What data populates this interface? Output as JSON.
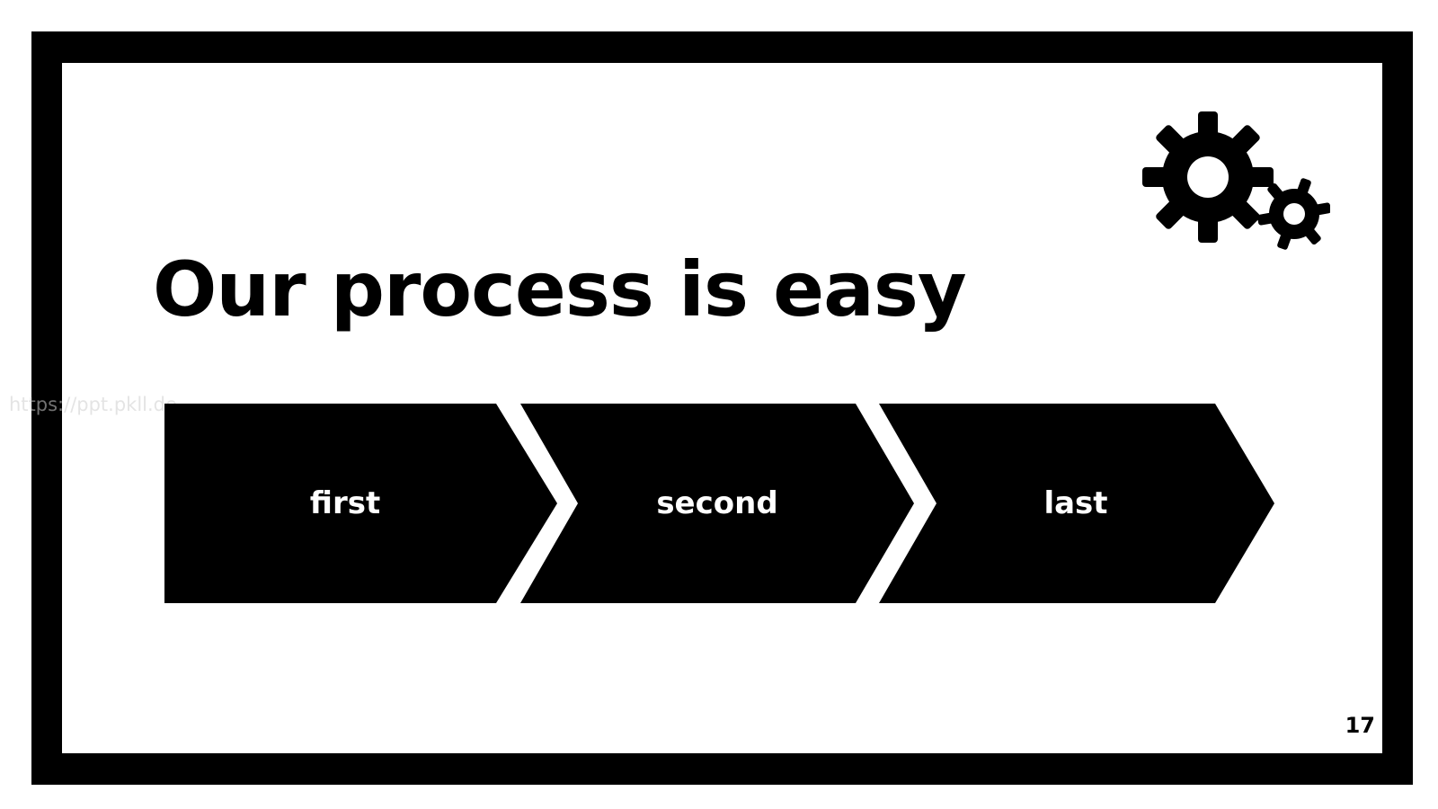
{
  "slide": {
    "title": "Our process is easy",
    "watermark": "https://ppt.pkll.de",
    "page_number": "17",
    "steps": [
      {
        "label": "first"
      },
      {
        "label": "second"
      },
      {
        "label": "last"
      }
    ],
    "icons": {
      "decoration": "gears-icon"
    },
    "colors": {
      "background": "#ffffff",
      "frame": "#000000",
      "arrow_fill": "#000000",
      "step_text": "#ffffff"
    }
  }
}
